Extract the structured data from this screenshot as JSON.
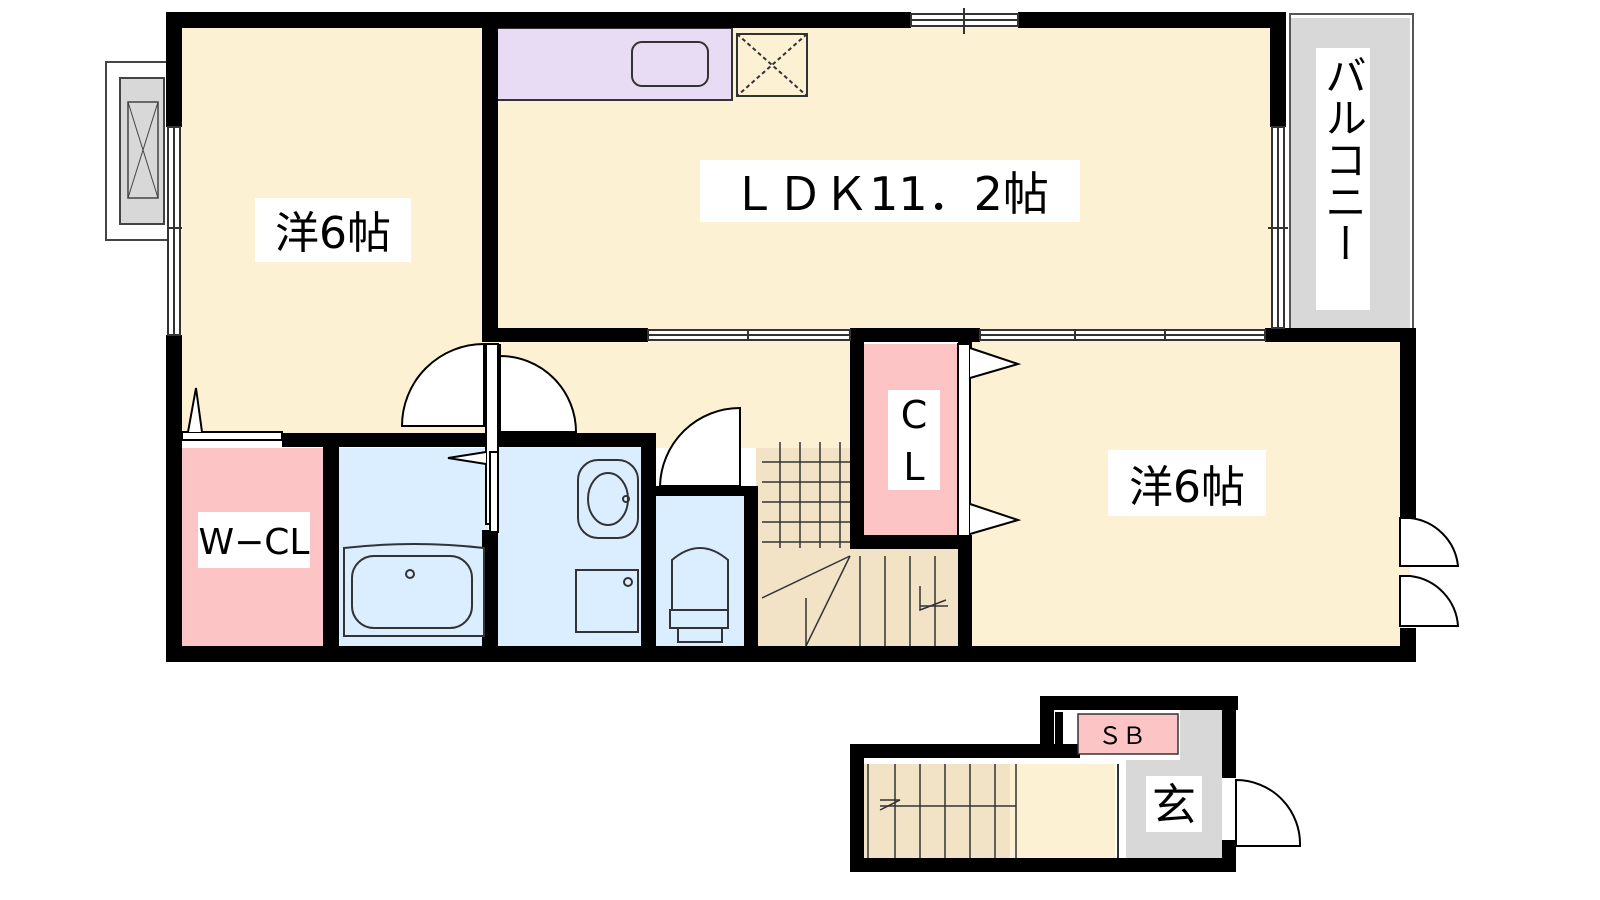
{
  "floor_plan": {
    "rooms": {
      "western_room_1": "洋6帖",
      "ldk": "ＬＤＫ11．2帖",
      "balcony": "バルコニー",
      "walk_in_closet": "W−CL",
      "closet_letters": [
        "C",
        "L"
      ],
      "western_room_2": "洋6帖",
      "shoe_box": "ＳＢ",
      "entrance": "玄"
    },
    "colors": {
      "room": "#fdf1d4",
      "wet_area": "#dbeeff",
      "storage": "#fcc4c4",
      "kitchen": "#e8dcf4",
      "stairs": "#f2e3c7",
      "balcony": "#d8d8d8",
      "wall": "#000000"
    }
  }
}
